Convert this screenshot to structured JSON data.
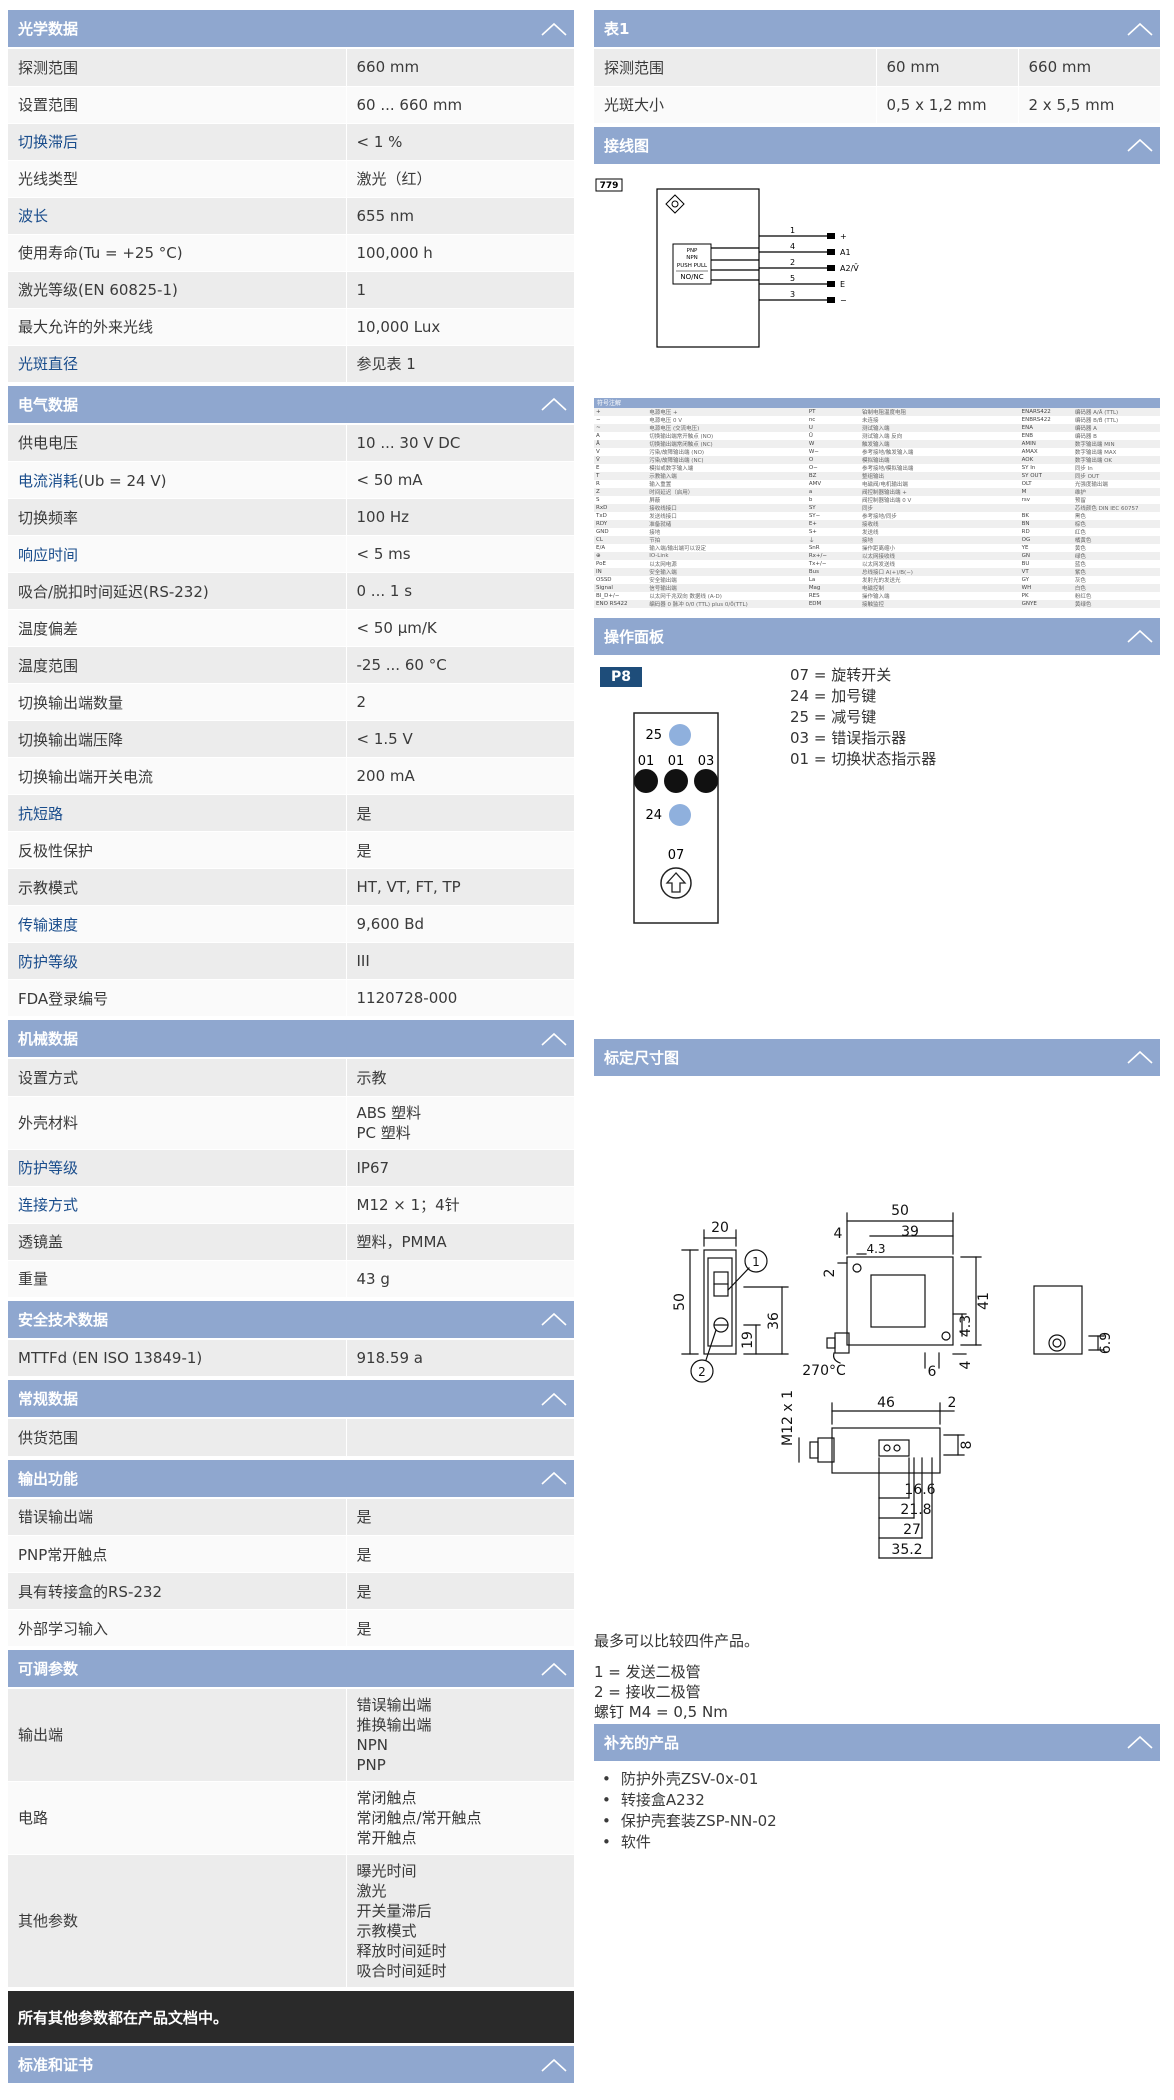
{
  "left": {
    "optical": {
      "title": "光学数据",
      "rows": [
        {
          "k": "探测范围",
          "v": "660 mm",
          "link": false
        },
        {
          "k": "设置范围",
          "v": "60 ... 660 mm",
          "link": false
        },
        {
          "k": "切换滞后",
          "v": "< 1 %",
          "link": true
        },
        {
          "k": "光线类型",
          "v": "激光（红）",
          "link": false
        },
        {
          "k": "波长",
          "v": "655 nm",
          "link": true
        },
        {
          "k": "使用寿命(Tu = +25 °C)",
          "v": "100,000 h",
          "link": false
        },
        {
          "k": "激光等级(EN 60825-1)",
          "v": "1",
          "link": false
        },
        {
          "k": "最大允许的外来光线",
          "v": "10,000 Lux",
          "link": false
        },
        {
          "k": "光斑直径",
          "v": "参见表 1",
          "link": true
        }
      ]
    },
    "electrical": {
      "title": "电气数据",
      "rows": [
        {
          "k": "供电电压",
          "v": "10 ... 30 V DC",
          "link": false
        },
        {
          "k": "电流消耗",
          "k2": "(Ub = 24 V)",
          "v": "< 50 mA",
          "link": true
        },
        {
          "k": "切换频率",
          "v": "100 Hz",
          "link": false
        },
        {
          "k": "响应时间",
          "v": "< 5 ms",
          "link": true
        },
        {
          "k": "吸合/脱扣时间延迟(RS-232)",
          "v": "0 ... 1 s",
          "link": false
        },
        {
          "k": "温度偏差",
          "v": "< 50 µm/K",
          "link": false
        },
        {
          "k": "温度范围",
          "v": "-25 ... 60 °C",
          "link": false
        },
        {
          "k": "切换输出端数量",
          "v": "2",
          "link": false
        },
        {
          "k": "切换输出端压降",
          "v": "< 1.5 V",
          "link": false
        },
        {
          "k": "切换输出端开关电流",
          "v": "200 mA",
          "link": false
        },
        {
          "k": "抗短路",
          "v": "是",
          "link": true
        },
        {
          "k": "反极性保护",
          "v": "是",
          "link": false
        },
        {
          "k": "示教模式",
          "v": "HT, VT, FT, TP",
          "link": false
        },
        {
          "k": "传输速度",
          "v": "9,600 Bd",
          "link": true
        },
        {
          "k": "防护等级",
          "v": "III",
          "link": true
        },
        {
          "k": "FDA登录编号",
          "v": "1120728-000",
          "link": false
        }
      ]
    },
    "mechanical": {
      "title": "机械数据",
      "rows": [
        {
          "k": "设置方式",
          "v": "示教",
          "link": false
        },
        {
          "k": "外壳材料",
          "lines": [
            "ABS 塑料",
            "PC 塑料"
          ],
          "link": false
        },
        {
          "k": "防护等级",
          "v": "IP67",
          "link": true
        },
        {
          "k": "连接方式",
          "v": "M12 × 1；4针",
          "link": true
        },
        {
          "k": "透镜盖",
          "v": "塑料，PMMA",
          "link": false
        },
        {
          "k": "重量",
          "v": "43 g",
          "link": false
        }
      ]
    },
    "safety": {
      "title": "安全技术数据",
      "rows": [
        {
          "k": "MTTFd (EN ISO 13849-1)",
          "v": "918.59 a",
          "link": false
        }
      ]
    },
    "general": {
      "title": "常规数据",
      "rows": [
        {
          "k": "供货范围",
          "v": "",
          "link": false
        }
      ]
    },
    "output": {
      "title": "输出功能",
      "rows": [
        {
          "k": "错误输出端",
          "v": "是",
          "link": false
        },
        {
          "k": "PNP常开触点",
          "v": "是",
          "link": false
        },
        {
          "k": "具有转接盒的RS-232",
          "v": "是",
          "link": false
        },
        {
          "k": "外部学习输入",
          "v": "是",
          "link": false
        }
      ]
    },
    "adjustable": {
      "title": "可调参数",
      "rows": [
        {
          "k": "输出端",
          "lines": [
            "错误输出端",
            "推换输出端",
            "NPN",
            "PNP"
          ]
        },
        {
          "k": "电路",
          "lines": [
            "常闭触点",
            "常闭触点/常开触点",
            "常开触点"
          ]
        },
        {
          "k": "其他参数",
          "lines": [
            "曝光时间",
            "激光",
            "开关量滞后",
            "示教模式",
            "释放时间延时",
            "吸合时间延时"
          ]
        }
      ]
    },
    "note": "所有其他参数都在产品文档中。",
    "standards": {
      "title": "标准和证书"
    }
  },
  "right": {
    "table1": {
      "title": "表1",
      "rows": [
        [
          "探测范围",
          "60 mm",
          "660 mm"
        ],
        [
          "光斑大小",
          "0,5 x 1,2 mm",
          "2 x 5,5 mm"
        ]
      ]
    },
    "wiring": {
      "title": "接线图",
      "code": "779",
      "box_lines": [
        "PNP",
        "NPN",
        "PUSH PULL",
        "NO/NC"
      ],
      "pins": [
        "1",
        "4",
        "2",
        "5",
        "3"
      ],
      "labels": [
        "+",
        "A1",
        "A2/V̄",
        "E",
        "−"
      ]
    },
    "legend": {
      "title": "符号注解",
      "rows": [
        [
          "+",
          "电源电压 +",
          "PT",
          "铂制电阻温度电阻",
          "ENARS422",
          "编码器 A/Ā (TTL)"
        ],
        [
          "−",
          "电源电压 0 V",
          "nc",
          "未连接",
          "ENBRS422",
          "编码器 B/B̄ (TTL)"
        ],
        [
          "~",
          "电源电压 (交流电压)",
          "U",
          "测试输入端",
          "ENA",
          "编码器 A"
        ],
        [
          "A",
          "切换输出端常开触点 (NO)",
          "Ū",
          "测试输入端 反向",
          "ENB",
          "编码器 B"
        ],
        [
          "Ā",
          "切换输出端常闭触点 (NC)",
          "W",
          "触发输入端",
          "AMIN",
          "数字输出端 MIN"
        ],
        [
          "V",
          "污染/故障输出端 (NO)",
          "W−",
          "参考接地/触发输入端",
          "AMAX",
          "数字输出端 MAX"
        ],
        [
          "V̄",
          "污染/故障输出端 (NC)",
          "O",
          "模拟输出端",
          "AOK",
          "数字输出端 OK"
        ],
        [
          "E",
          "模拟或数字输入端",
          "O−",
          "参考接地/模拟输出端",
          "SY In",
          "同步 In"
        ],
        [
          "T",
          "示教输入端",
          "BZ",
          "整组输出",
          "SY OUT",
          "同步 OUT"
        ],
        [
          "R",
          "输入重置",
          "AMV",
          "电磁阀/电机输出端",
          "OLT",
          "光强度输出端"
        ],
        [
          "Z",
          "时间延迟（启用）",
          "a",
          "阀控制器输出端 +",
          "M",
          "维护"
        ],
        [
          "S",
          "屏蔽",
          "b",
          "阀控制器输出端 0 V",
          "rsv",
          "预留"
        ],
        [
          "RxD",
          "接收线接口",
          "SY",
          "同步",
          "",
          "芯线颜色 DIN IEC 60757"
        ],
        [
          "TxD",
          "发送线接口",
          "SY−",
          "参考接地/同步",
          "BK",
          "黑色"
        ],
        [
          "RDY",
          "准备就绪",
          "E+",
          "接收线",
          "BN",
          "棕色"
        ],
        [
          "GND",
          "接地",
          "S+",
          "发送线",
          "RD",
          "红色"
        ],
        [
          "CL",
          "节拍",
          "⏚",
          "接地",
          "OG",
          "橘黄色"
        ],
        [
          "E/A",
          "输入端/输出端可以设定",
          "SnR",
          "操作距离缩小",
          "YE",
          "黄色"
        ],
        [
          "⊕",
          "IO-Link",
          "Rx+/−",
          "以太网接收线",
          "GN",
          "绿色"
        ],
        [
          "PoE",
          "以太网电源",
          "Tx+/−",
          "以太网发送线",
          "BU",
          "蓝色"
        ],
        [
          "IN",
          "安全输入端",
          "Bus",
          "总线接口 A(+)/B(−)",
          "VT",
          "紫色"
        ],
        [
          "OSSD",
          "安全输出端",
          "La",
          "发射光的发送光",
          "GY",
          "灰色"
        ],
        [
          "Signal",
          "信号输出端",
          "Mag",
          "电磁控制",
          "WH",
          "白色"
        ],
        [
          "BI_D+/−",
          "以太网千兆双向 数据线 (A-D)",
          "RES",
          "操作输入端",
          "PK",
          "粉红色"
        ],
        [
          "ENO RS422",
          "编码器 0 脉冲 0/0̄ (TTL) plus 0/0̄(TTL)",
          "EDM",
          "接触监控",
          "GNYE",
          "黄绿色"
        ]
      ]
    },
    "panel": {
      "title": "操作面板",
      "badge": "P8",
      "items": [
        "07 = 旋转开关",
        "24 = 加号键",
        "25 = 减号键",
        "03 = 错误指示器",
        "01 = 切换状态指示器"
      ],
      "labels": {
        "top": "25",
        "row": [
          "01",
          "01",
          "03"
        ],
        "mid": "24",
        "bottom": "07"
      }
    },
    "dimension": {
      "title": "标定尺寸图",
      "dims": [
        "50",
        "20",
        "4",
        "39",
        "4.3",
        "2",
        "1",
        "2",
        "50",
        "19",
        "36",
        "41",
        "4.3",
        "4",
        "6.9",
        "270°C",
        "6",
        "M12 x 1",
        "46",
        "2",
        "8",
        "16.6",
        "21.8",
        "27",
        "35.2"
      ]
    },
    "compare_note": "最多可以比较四件产品。",
    "notes": [
      "1 = 发送二极管",
      "2 = 接收二极管",
      "螺钉 M4 = 0,5 Nm"
    ],
    "accessories": {
      "title": "补充的产品",
      "items": [
        "防护外壳ZSV-0x-01",
        "转接盒A232",
        "保护壳套装ZSP-NN-02",
        "软件"
      ]
    }
  },
  "colors": {
    "header": "#8fa7cf",
    "link": "#1a4d8c",
    "row_odd": "#ececec",
    "row_even": "#fafafa",
    "dark": "#2a2a2a",
    "led": "#8fb0dd"
  }
}
